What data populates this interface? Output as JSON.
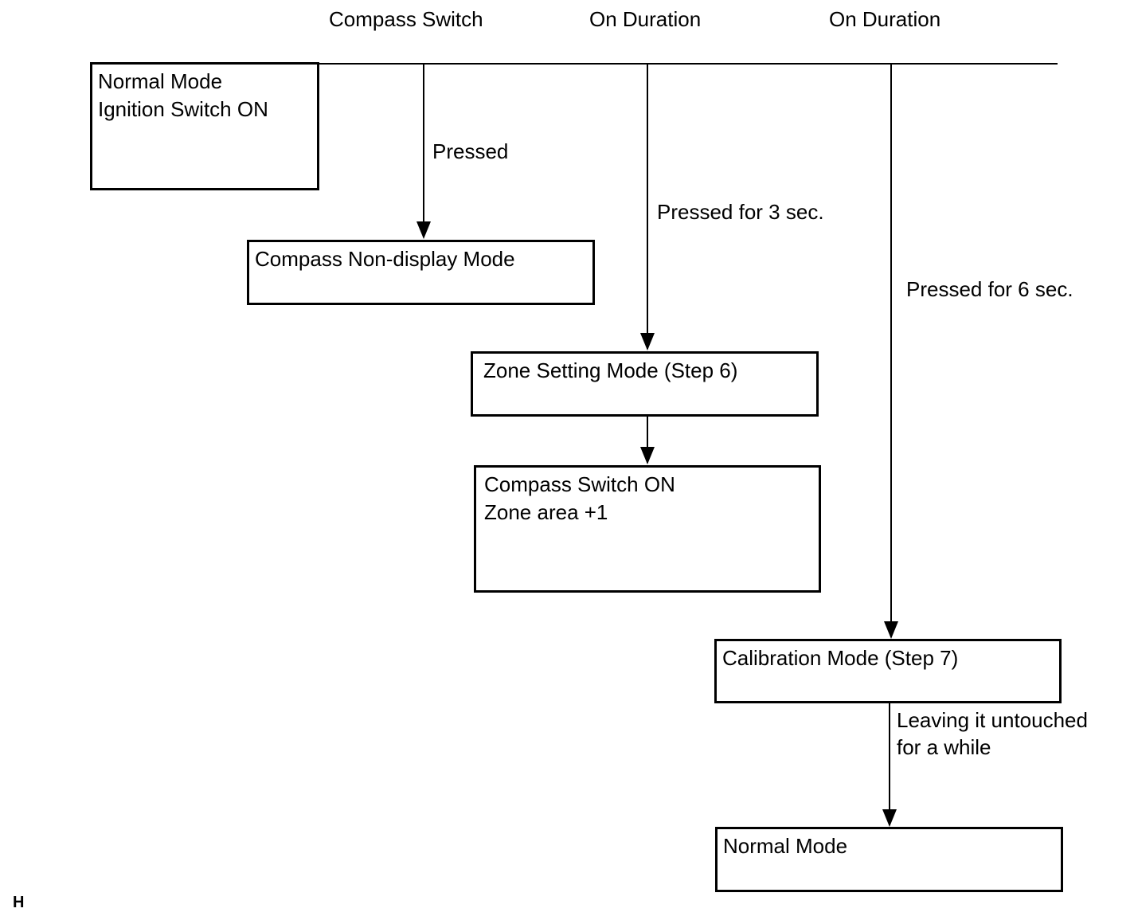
{
  "headers": {
    "col1": "Compass Switch",
    "col2": "On Duration",
    "col3": "On Duration"
  },
  "boxes": {
    "normal_mode_start": {
      "line1": "Normal Mode",
      "line2": "Ignition Switch ON"
    },
    "compass_non_display": {
      "line1": "Compass Non-display Mode"
    },
    "zone_setting": {
      "line1": "Zone Setting Mode (Step 6)"
    },
    "compass_switch_on": {
      "line1": "Compass Switch ON",
      "line2": "Zone area +1"
    },
    "calibration": {
      "line1": "Calibration Mode (Step 7)"
    },
    "normal_mode_end": {
      "line1": "Normal Mode"
    }
  },
  "edge_labels": {
    "pressed": "Pressed",
    "pressed_3s": "Pressed for 3 sec.",
    "pressed_6s": "Pressed for 6 sec.",
    "untouched_line1": "Leaving it untouched",
    "untouched_line2": "for a while"
  },
  "footnote": "H"
}
